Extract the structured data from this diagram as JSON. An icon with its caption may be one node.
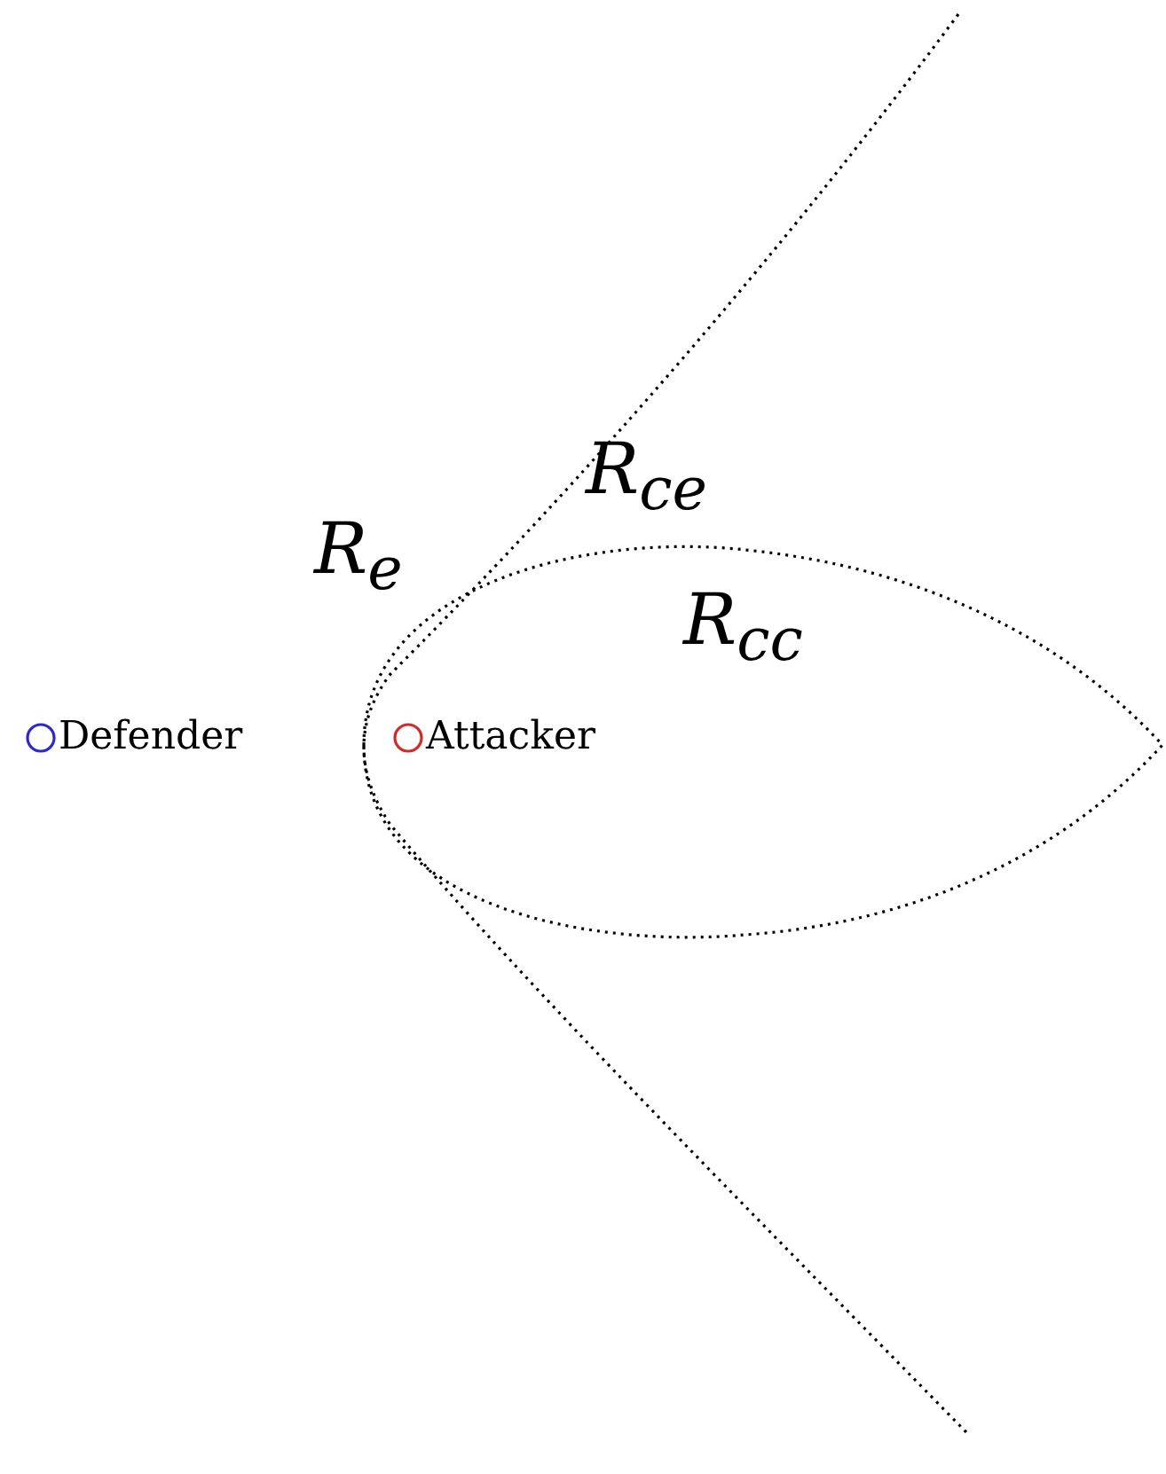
{
  "diagram": {
    "nodes": [
      {
        "text": [
          "Defender"
        ]
      },
      {
        "text": [
          "Attacker"
        ]
      }
    ],
    "labels": [
      "R$_{ce}$",
      "R$_{e}$",
      "R$_{cc}$"
    ]
  }
}
